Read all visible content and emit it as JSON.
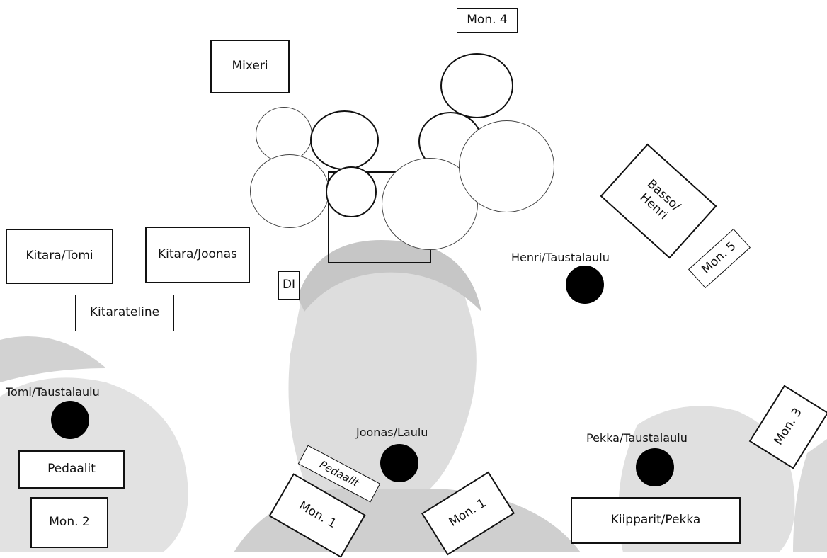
{
  "equipment": {
    "mixer": "Mixeri",
    "mon4": "Mon. 4",
    "bass_line1": "Basso/",
    "bass_line2": "Henri",
    "mon5": "Mon. 5",
    "guitar_tomi": "Kitara/Tomi",
    "guitar_joonas": "Kitara/Joonas",
    "di": "DI",
    "guitar_stand": "Kitarateline",
    "pedals_left": "Pedaalit",
    "mon2": "Mon. 2",
    "pedals_center": "Pedaalit",
    "mon1_left": "Mon. 1",
    "mon1_right": "Mon. 1",
    "keyboards": "Kiipparit/Pekka",
    "mon3": "Mon. 3"
  },
  "mics": {
    "henri": "Henri/Taustalaulu",
    "tomi": "Tomi/Taustalaulu",
    "joonas": "Joonas/Laulu",
    "pekka": "Pekka/Taustalaulu"
  },
  "colors": {
    "outline": "#111111",
    "mic_fill": "#000000",
    "background_photo": "#b8b8b8"
  }
}
